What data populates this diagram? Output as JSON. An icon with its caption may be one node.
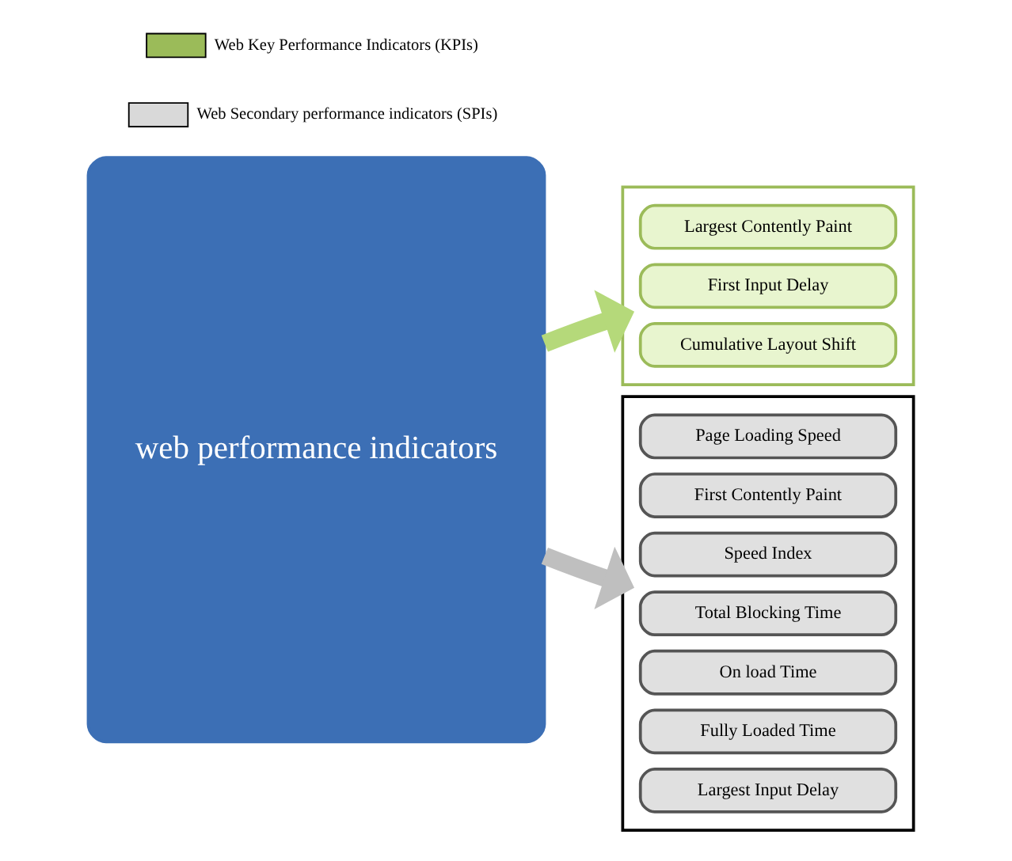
{
  "diagram": {
    "nodes": [
      {
        "text": [
          "web performance indicators"
        ]
      },
      {
        "text": [],
        "shape": "box"
      },
      {
        "text": [
          "Largest Contently Paint"
        ],
        "in": 1
      },
      {
        "text": [
          "First Input Delay"
        ],
        "in": 1
      },
      {
        "text": [
          "Cumulative Layout Shift"
        ],
        "in": 1
      },
      {
        "text": [],
        "shape": "box"
      },
      {
        "text": [
          "Page Loading Speed"
        ],
        "in": 5
      },
      {
        "text": [
          "First Contently Paint"
        ],
        "in": 5
      },
      {
        "text": [
          "Speed Index"
        ],
        "in": 5
      },
      {
        "text": [
          "Total Blocking Time"
        ],
        "in": 5
      },
      {
        "text": [
          "On load Time"
        ],
        "in": 5
      },
      {
        "text": [
          "Fully Loaded Time"
        ],
        "in": 5
      },
      {
        "text": [
          "Largest Input Delay"
        ],
        "in": 5
      }
    ],
    "edges": [
      {
        "from": 0,
        "to": 1,
        "arrow": "to",
        "color": "#b5d97a"
      },
      {
        "from": 0,
        "to": 5,
        "arrow": "to",
        "color": "#bfbfbf"
      }
    ],
    "legend": [
      {
        "text": "Web Key Performance Indicators (KPIs)",
        "color": "#9bbb59"
      },
      {
        "text": "Web Secondary performance indicators (SPIs)",
        "color": "#d9d9d9"
      }
    ]
  }
}
